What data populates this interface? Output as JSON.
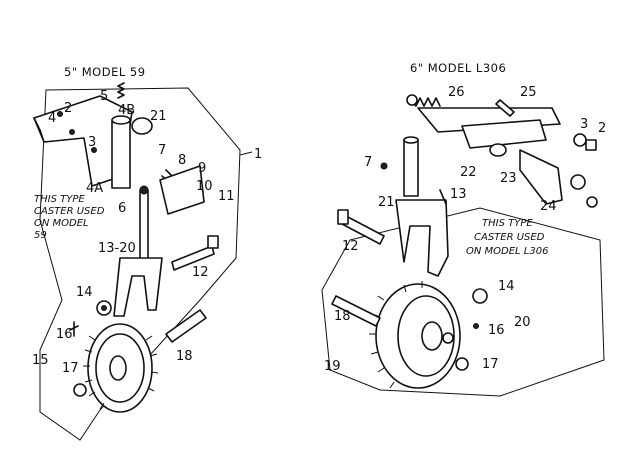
{
  "left_assembly": {
    "model_label": "5\" MODEL 59",
    "note_lines": [
      "THIS TYPE",
      "CASTER USED",
      "ON MODEL",
      "59"
    ],
    "part_numbers": [
      "1",
      "2",
      "3",
      "4",
      "4A",
      "4B",
      "5",
      "6",
      "7",
      "8",
      "9",
      "10",
      "11",
      "12",
      "13-20",
      "14",
      "15",
      "16",
      "17",
      "18",
      "21"
    ]
  },
  "right_assembly": {
    "model_label": "6\" MODEL L306",
    "note_lines": [
      "THIS TYPE",
      "CASTER USED",
      "ON MODEL L306"
    ],
    "part_numbers": [
      "2",
      "3",
      "7",
      "12",
      "13",
      "14",
      "16",
      "17",
      "18",
      "19",
      "20",
      "21",
      "22",
      "23",
      "24",
      "25",
      "26"
    ]
  },
  "colors": {
    "ink": "#111111",
    "paper": "#ffffff"
  }
}
